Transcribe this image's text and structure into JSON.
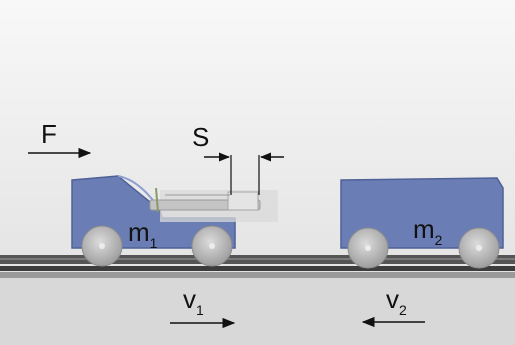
{
  "labels": {
    "force": "F",
    "spring_gap": "S",
    "mass1": "m",
    "mass1_sub": "1",
    "mass2": "m",
    "mass2_sub": "2",
    "velocity1": "v",
    "velocity1_sub": "1",
    "velocity2": "v",
    "velocity2_sub": "2"
  },
  "colors": {
    "background_top": "#f7f7f7",
    "background_bottom": "#e2e2e2",
    "cart_body": "#6a7db4",
    "cart_edge": "#4f6196",
    "wheel": "#b5b5b5",
    "rail": "#3f3f3f",
    "floor": "#d4d4d4"
  },
  "arrows": {
    "force": "right",
    "velocity1": "right",
    "velocity2": "left"
  }
}
